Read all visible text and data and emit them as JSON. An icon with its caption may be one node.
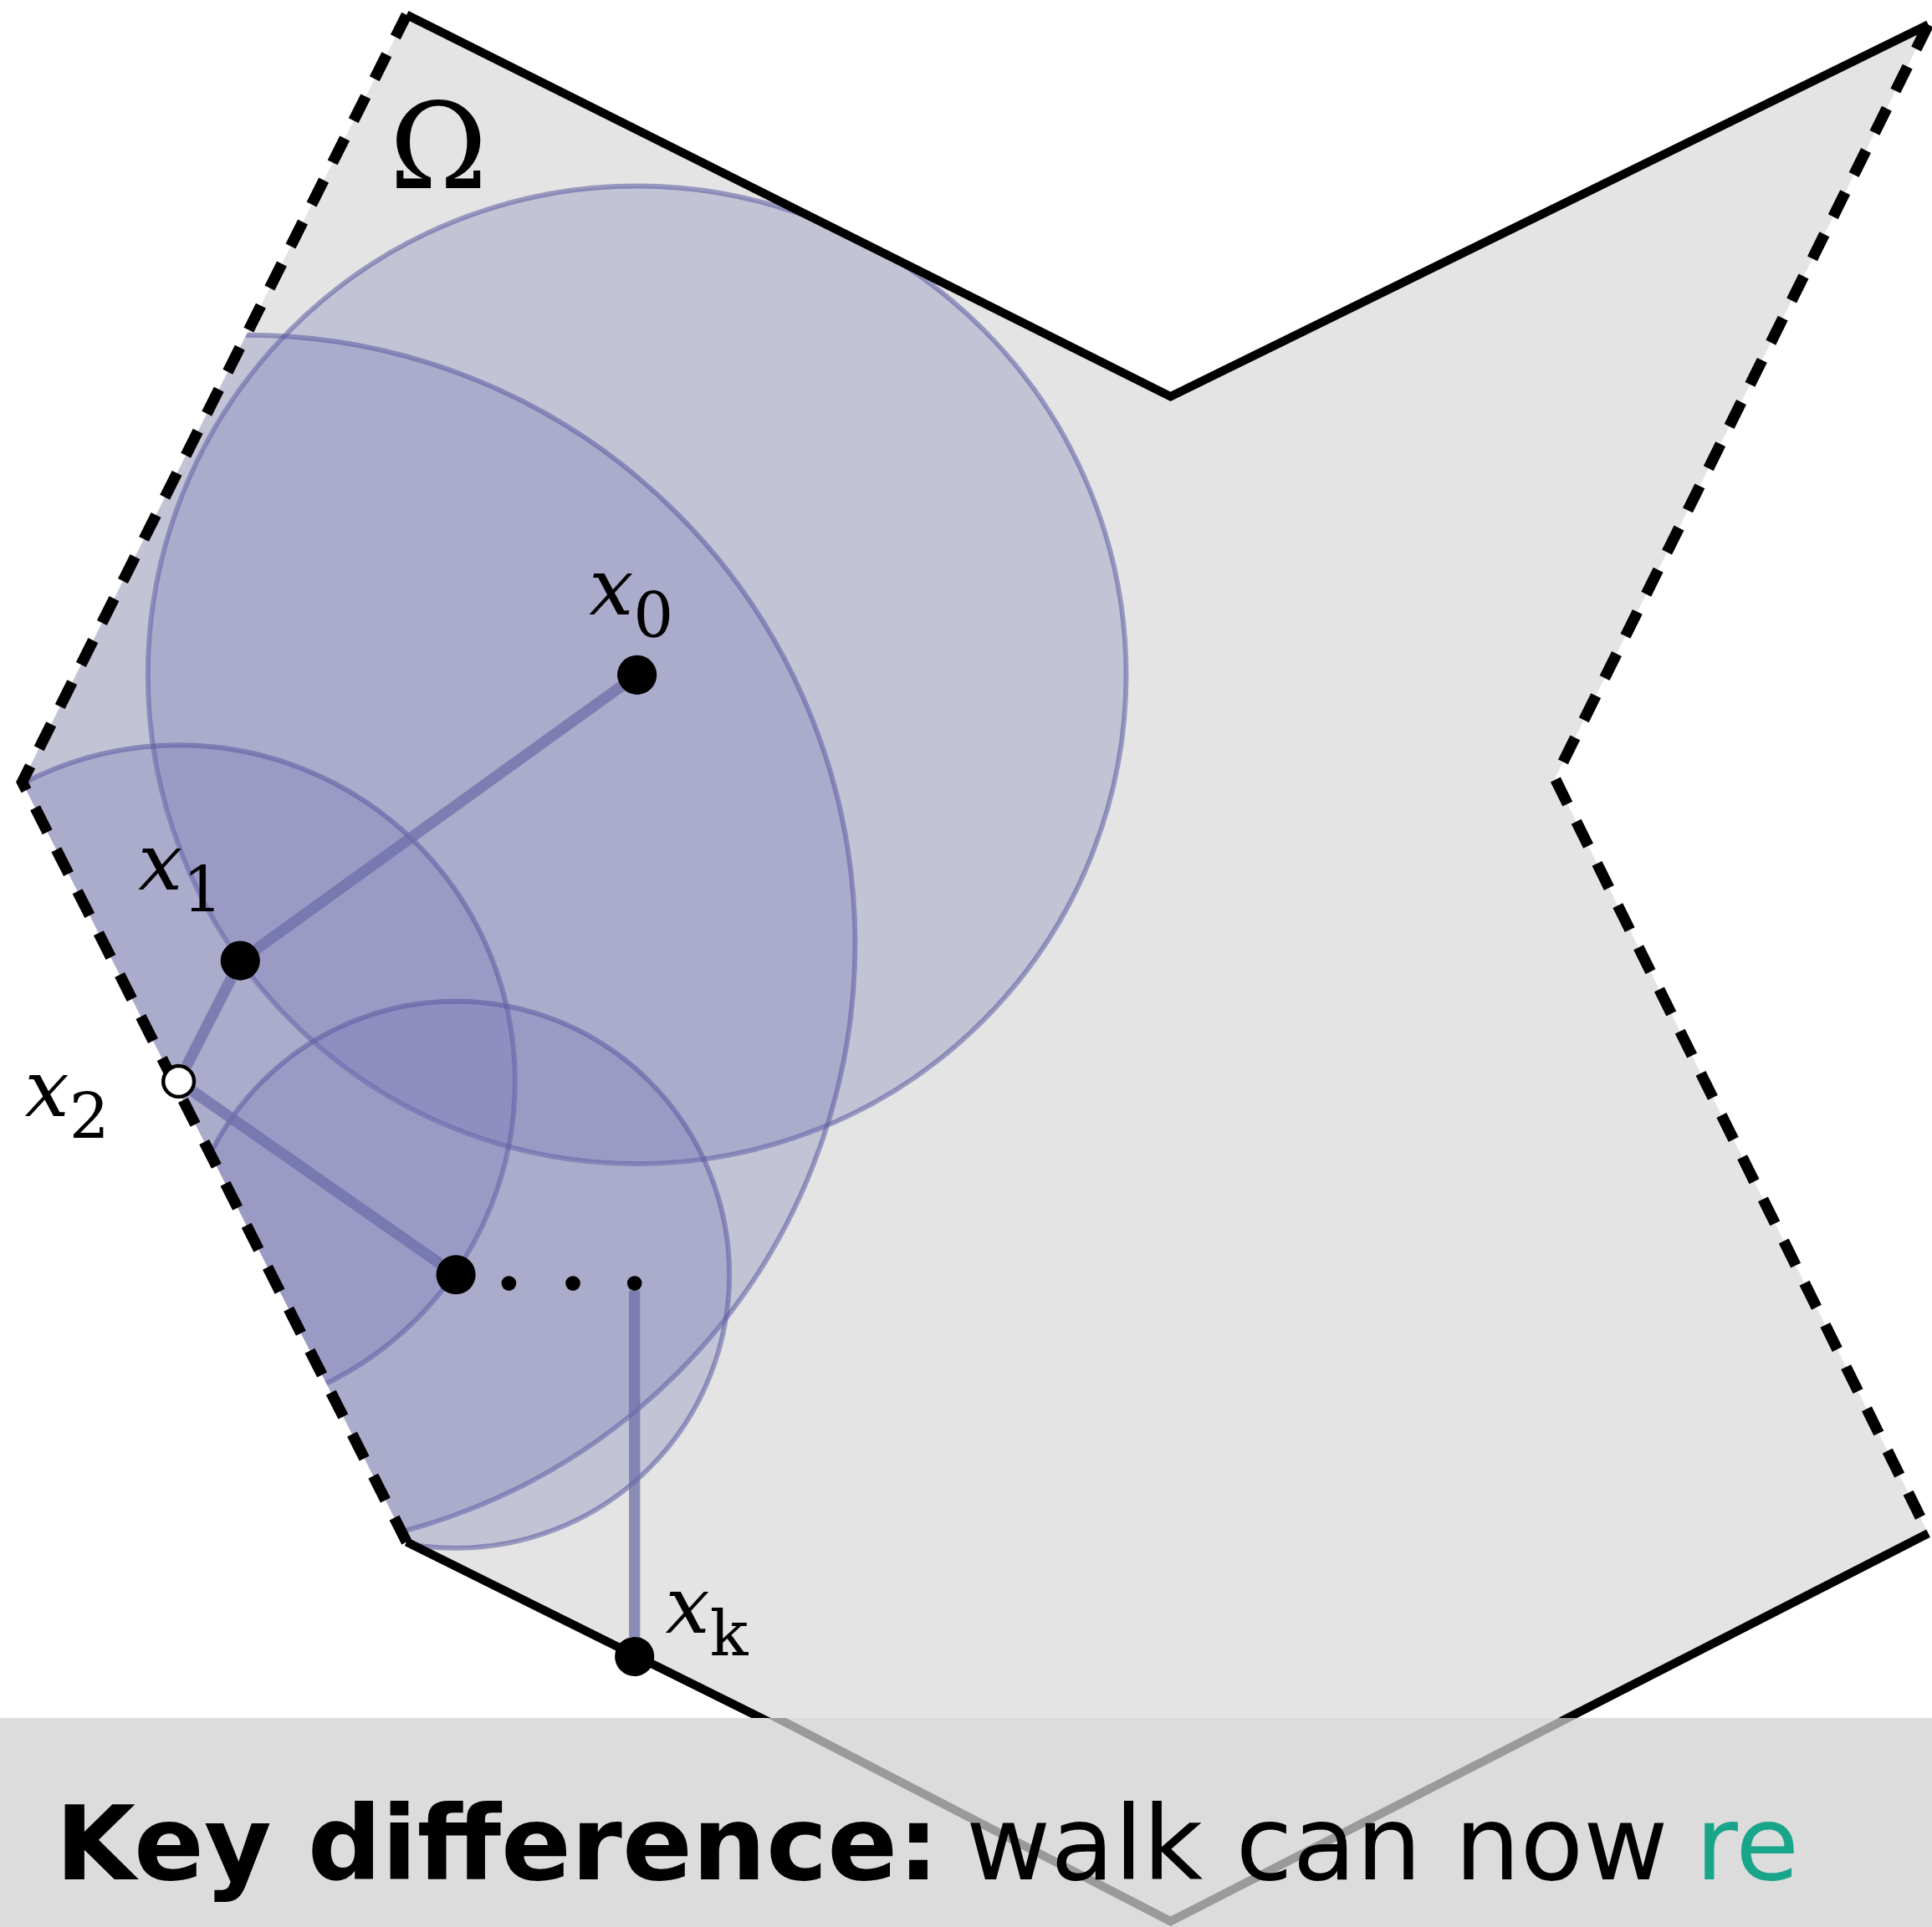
{
  "diagram": {
    "nodes": [
      {
        "text": [
          "Ω"
        ]
      },
      {
        "text": [
          "*x*$_{0}$"
        ],
        "in": 0
      },
      {
        "text": [
          "*x*$_{1}$"
        ],
        "in": 0
      },
      {
        "text": [
          "*x*$_{2}$"
        ],
        "in": 0
      },
      {
        "text": [],
        "shape": "circle",
        "in": 0
      },
      {
        "text": [],
        "shape": "circle",
        "in": 0
      },
      {
        "text": [
          "*x*$_{k}$"
        ],
        "in": 0
      }
    ],
    "edges": [
      {
        "from": 1,
        "to": 2,
        "arrow": "none"
      },
      {
        "from": 2,
        "to": 3,
        "arrow": "none"
      },
      {
        "from": 3,
        "to": 4,
        "arrow": "none"
      },
      {
        "from": 5,
        "to": 6,
        "arrow": "none"
      }
    ],
    "labels": [
      "Key difference:",
      "walk can now",
      "re"
    ]
  }
}
